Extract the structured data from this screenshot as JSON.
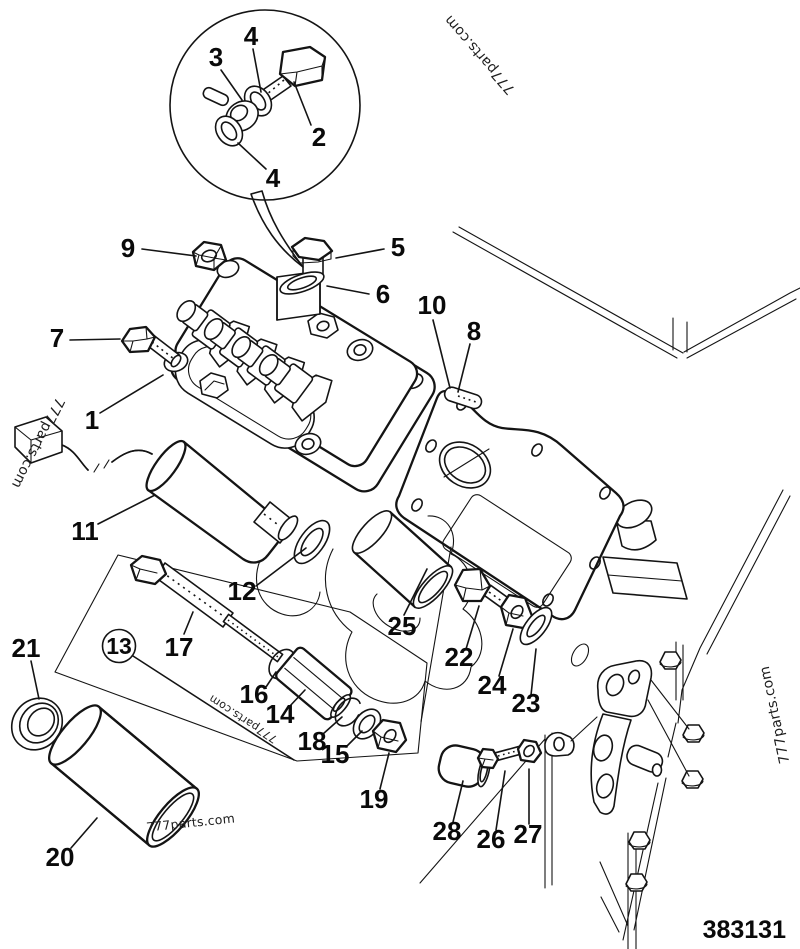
{
  "figure": {
    "part_number": "383131"
  },
  "callouts": [
    {
      "label": "2"
    },
    {
      "label": "3"
    },
    {
      "label": "4"
    },
    {
      "label": "4"
    },
    {
      "label": "9"
    },
    {
      "label": "5"
    },
    {
      "label": "6"
    },
    {
      "label": "7"
    },
    {
      "label": "1"
    },
    {
      "label": "10"
    },
    {
      "label": "8"
    },
    {
      "label": "11"
    },
    {
      "label": "12"
    },
    {
      "label": "13"
    },
    {
      "label": "17"
    },
    {
      "label": "16"
    },
    {
      "label": "14"
    },
    {
      "label": "18"
    },
    {
      "label": "15"
    },
    {
      "label": "19"
    },
    {
      "label": "21"
    },
    {
      "label": "20"
    },
    {
      "label": "25"
    },
    {
      "label": "22"
    },
    {
      "label": "24"
    },
    {
      "label": "23"
    },
    {
      "label": "28"
    },
    {
      "label": "26"
    },
    {
      "label": "27"
    }
  ],
  "watermarks": [
    {
      "text": "777parts.com"
    },
    {
      "text": "777parts.com"
    },
    {
      "text": "777parts.com"
    },
    {
      "text": "777parts.com"
    },
    {
      "text": "777parts.com"
    }
  ]
}
